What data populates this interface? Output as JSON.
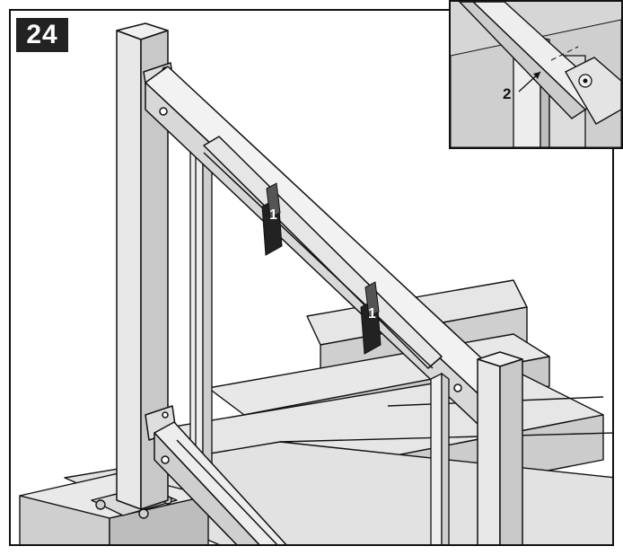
{
  "step": {
    "number": "24"
  },
  "callouts": {
    "clip_a": "1",
    "clip_b": "1",
    "detail": "2"
  },
  "colors": {
    "outline": "#111111",
    "light": "#ececec",
    "mid": "#d4d4d4",
    "dark": "#b4b4b4",
    "clip": "#222222",
    "badge": "#222222"
  }
}
